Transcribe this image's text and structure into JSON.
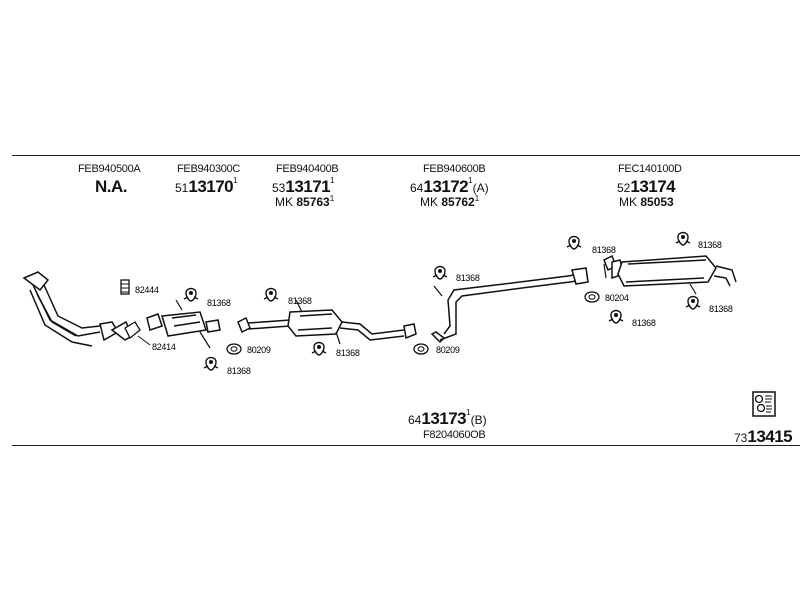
{
  "columns": [
    {
      "code": "FEB940500A",
      "main": "N.A."
    },
    {
      "code": "FEB940300C",
      "prefix": "51",
      "number": "13170",
      "sup": "1"
    },
    {
      "code": "FEB940400B",
      "prefix": "53",
      "number": "13171",
      "sup": "1",
      "mk_label": "MK",
      "mk_number": "85763",
      "mk_sup": "1"
    },
    {
      "code": "FEB940600B",
      "prefix": "64",
      "number": "13172",
      "sup": "1",
      "suffix": "(A)",
      "mk_label": "MK",
      "mk_number": "85762",
      "mk_sup": "1"
    },
    {
      "code": "FEC140100D",
      "prefix": "52",
      "number": "13174",
      "mk_label": "MK",
      "mk_number": "85053"
    }
  ],
  "bottom_part": {
    "prefix": "64",
    "number": "13173",
    "sup": "1",
    "suffix": "(B)",
    "code": "F8204060OB"
  },
  "kit": {
    "prefix": "73",
    "number": "13415"
  },
  "part_labels": {
    "p82444": "82444",
    "p82414": "82414",
    "p81368": "81368",
    "p80209": "80209",
    "p80204": "80204"
  },
  "icons": [
    "hanger-icon",
    "gasket-icon",
    "clamp-icon",
    "document-icon"
  ]
}
